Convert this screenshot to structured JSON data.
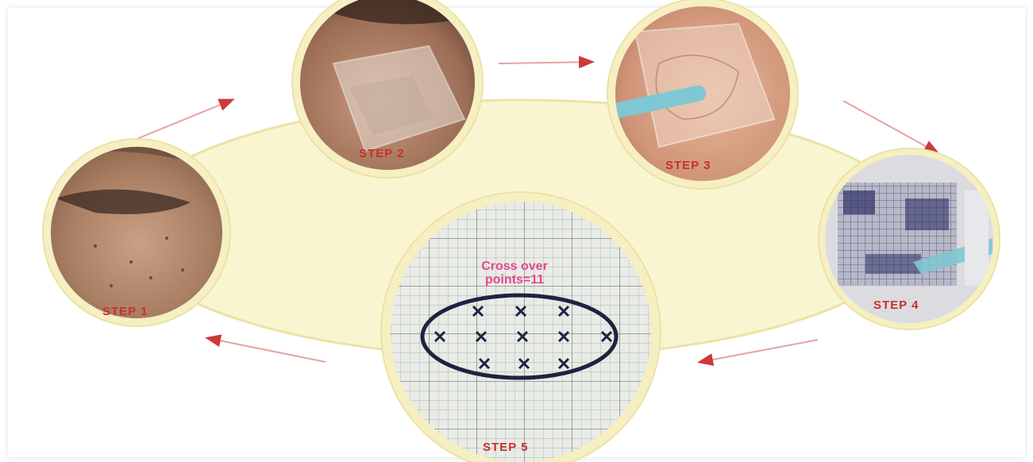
{
  "steps": [
    {
      "label": "STEP 1",
      "image": "face-cheek-photo"
    },
    {
      "label": "STEP 2",
      "image": "transparent-film-on-cheek-photo"
    },
    {
      "label": "STEP 3",
      "image": "tracing-on-film-with-marker-photo"
    },
    {
      "label": "STEP 4",
      "image": "film-placed-on-graph-paper-photo"
    },
    {
      "label": "STEP 5",
      "image": "graph-paper-counting-photo"
    }
  ],
  "step5_overlay": {
    "line1": "Cross over",
    "line2": "points=11"
  },
  "colors": {
    "ellipse_fill": "#faf5d1",
    "ring": "#f6efc1",
    "ring_stroke": "#ece2a6",
    "label": "#c8302b",
    "arrow": "#cc3a3a",
    "overlay_text": "#e5478f"
  },
  "icons": [
    "arrow-icon"
  ]
}
